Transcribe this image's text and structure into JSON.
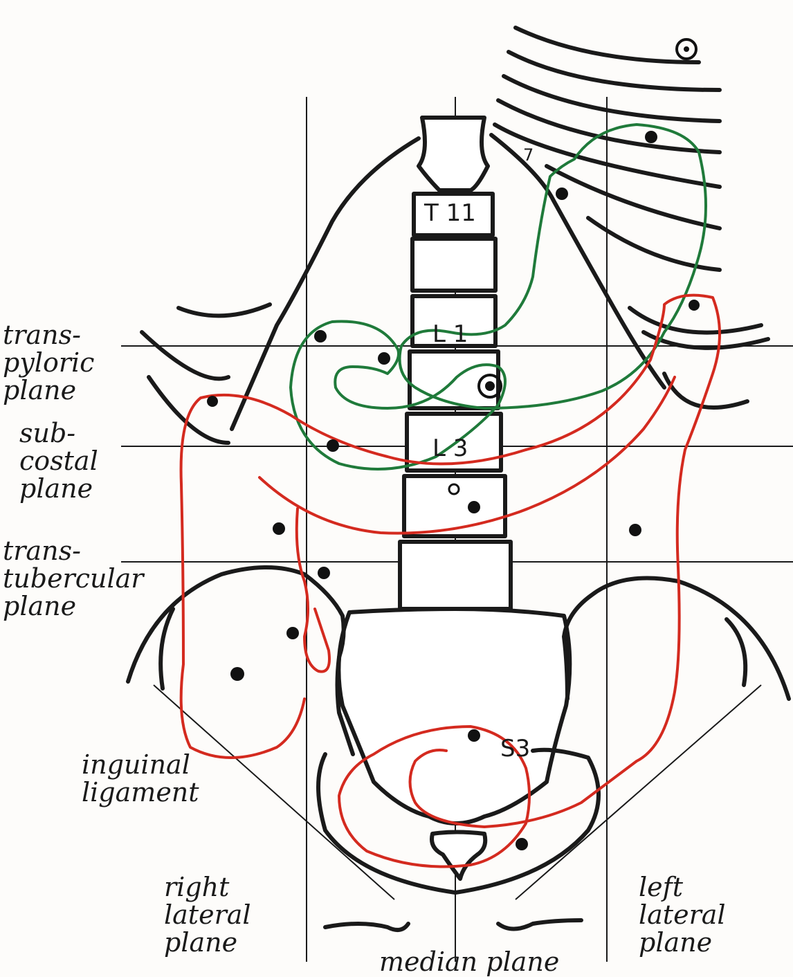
{
  "planes": {
    "transpyloric": "trans-\npyloric\nplane",
    "subcostal": "sub-\ncostal\nplane",
    "transtubercular": "trans-\ntubercular\nplane",
    "inguinal": "inguinal\nligament",
    "right_lateral": "right\nlateral\nplane",
    "left_lateral": "left\nlateral\nplane",
    "median": "median plane"
  },
  "vertebrae": {
    "t11": "T 11",
    "l1": "L 1",
    "l3": "L 3",
    "s3": "S3",
    "rib7": "7"
  },
  "colors": {
    "stomach": "#1f7a3a",
    "colon": "#d42a1f",
    "bone": "#1a1a1a"
  }
}
